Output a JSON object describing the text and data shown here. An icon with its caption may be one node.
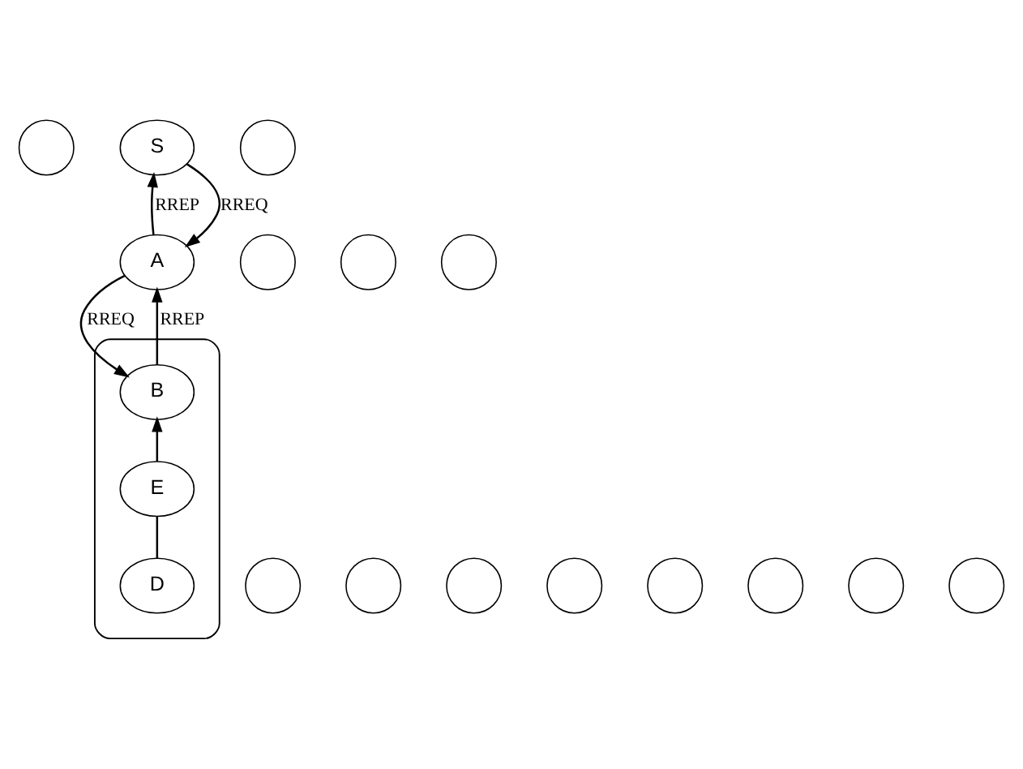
{
  "diagram": {
    "nodes": [
      {
        "text": [],
        "shape": "circle"
      },
      {
        "text": [
          "S"
        ]
      },
      {
        "text": [],
        "shape": "circle"
      },
      {
        "text": [],
        "shape": "circle"
      },
      {
        "text": [],
        "shape": "circle"
      },
      {
        "text": [],
        "shape": "circle"
      },
      {
        "text": [
          "A"
        ]
      },
      {
        "text": [],
        "shape": "circle"
      },
      {
        "text": [],
        "shape": "circle"
      },
      {
        "text": [],
        "shape": "circle"
      },
      {
        "text": [],
        "shape": "circle"
      },
      {
        "text": [],
        "shape": "ellipse"
      },
      {
        "text": [
          "B"
        ],
        "in": 11
      },
      {
        "text": [
          "D"
        ],
        "in": 11
      },
      {
        "text": [
          "E"
        ],
        "in": 11
      },
      {
        "text": [],
        "shape": "circle"
      },
      {
        "text": [],
        "shape": "circle"
      },
      {
        "text": [],
        "shape": "circle"
      },
      {
        "text": [],
        "shape": "circle"
      }
    ],
    "edges": [
      {
        "from": 6,
        "to": 1,
        "arrow": "to",
        "label": "RREP"
      },
      {
        "from": 1,
        "to": 6,
        "arrow": "to",
        "label": "RREQ"
      },
      {
        "from": 12,
        "to": 6,
        "arrow": "to",
        "label": "RREP"
      },
      {
        "from": 6,
        "to": 12,
        "arrow": "to",
        "label": "RREQ"
      },
      {
        "from": 14,
        "to": 12,
        "arrow": "to"
      },
      {
        "from": 13,
        "to": 14,
        "arrow": "none"
      }
    ]
  }
}
